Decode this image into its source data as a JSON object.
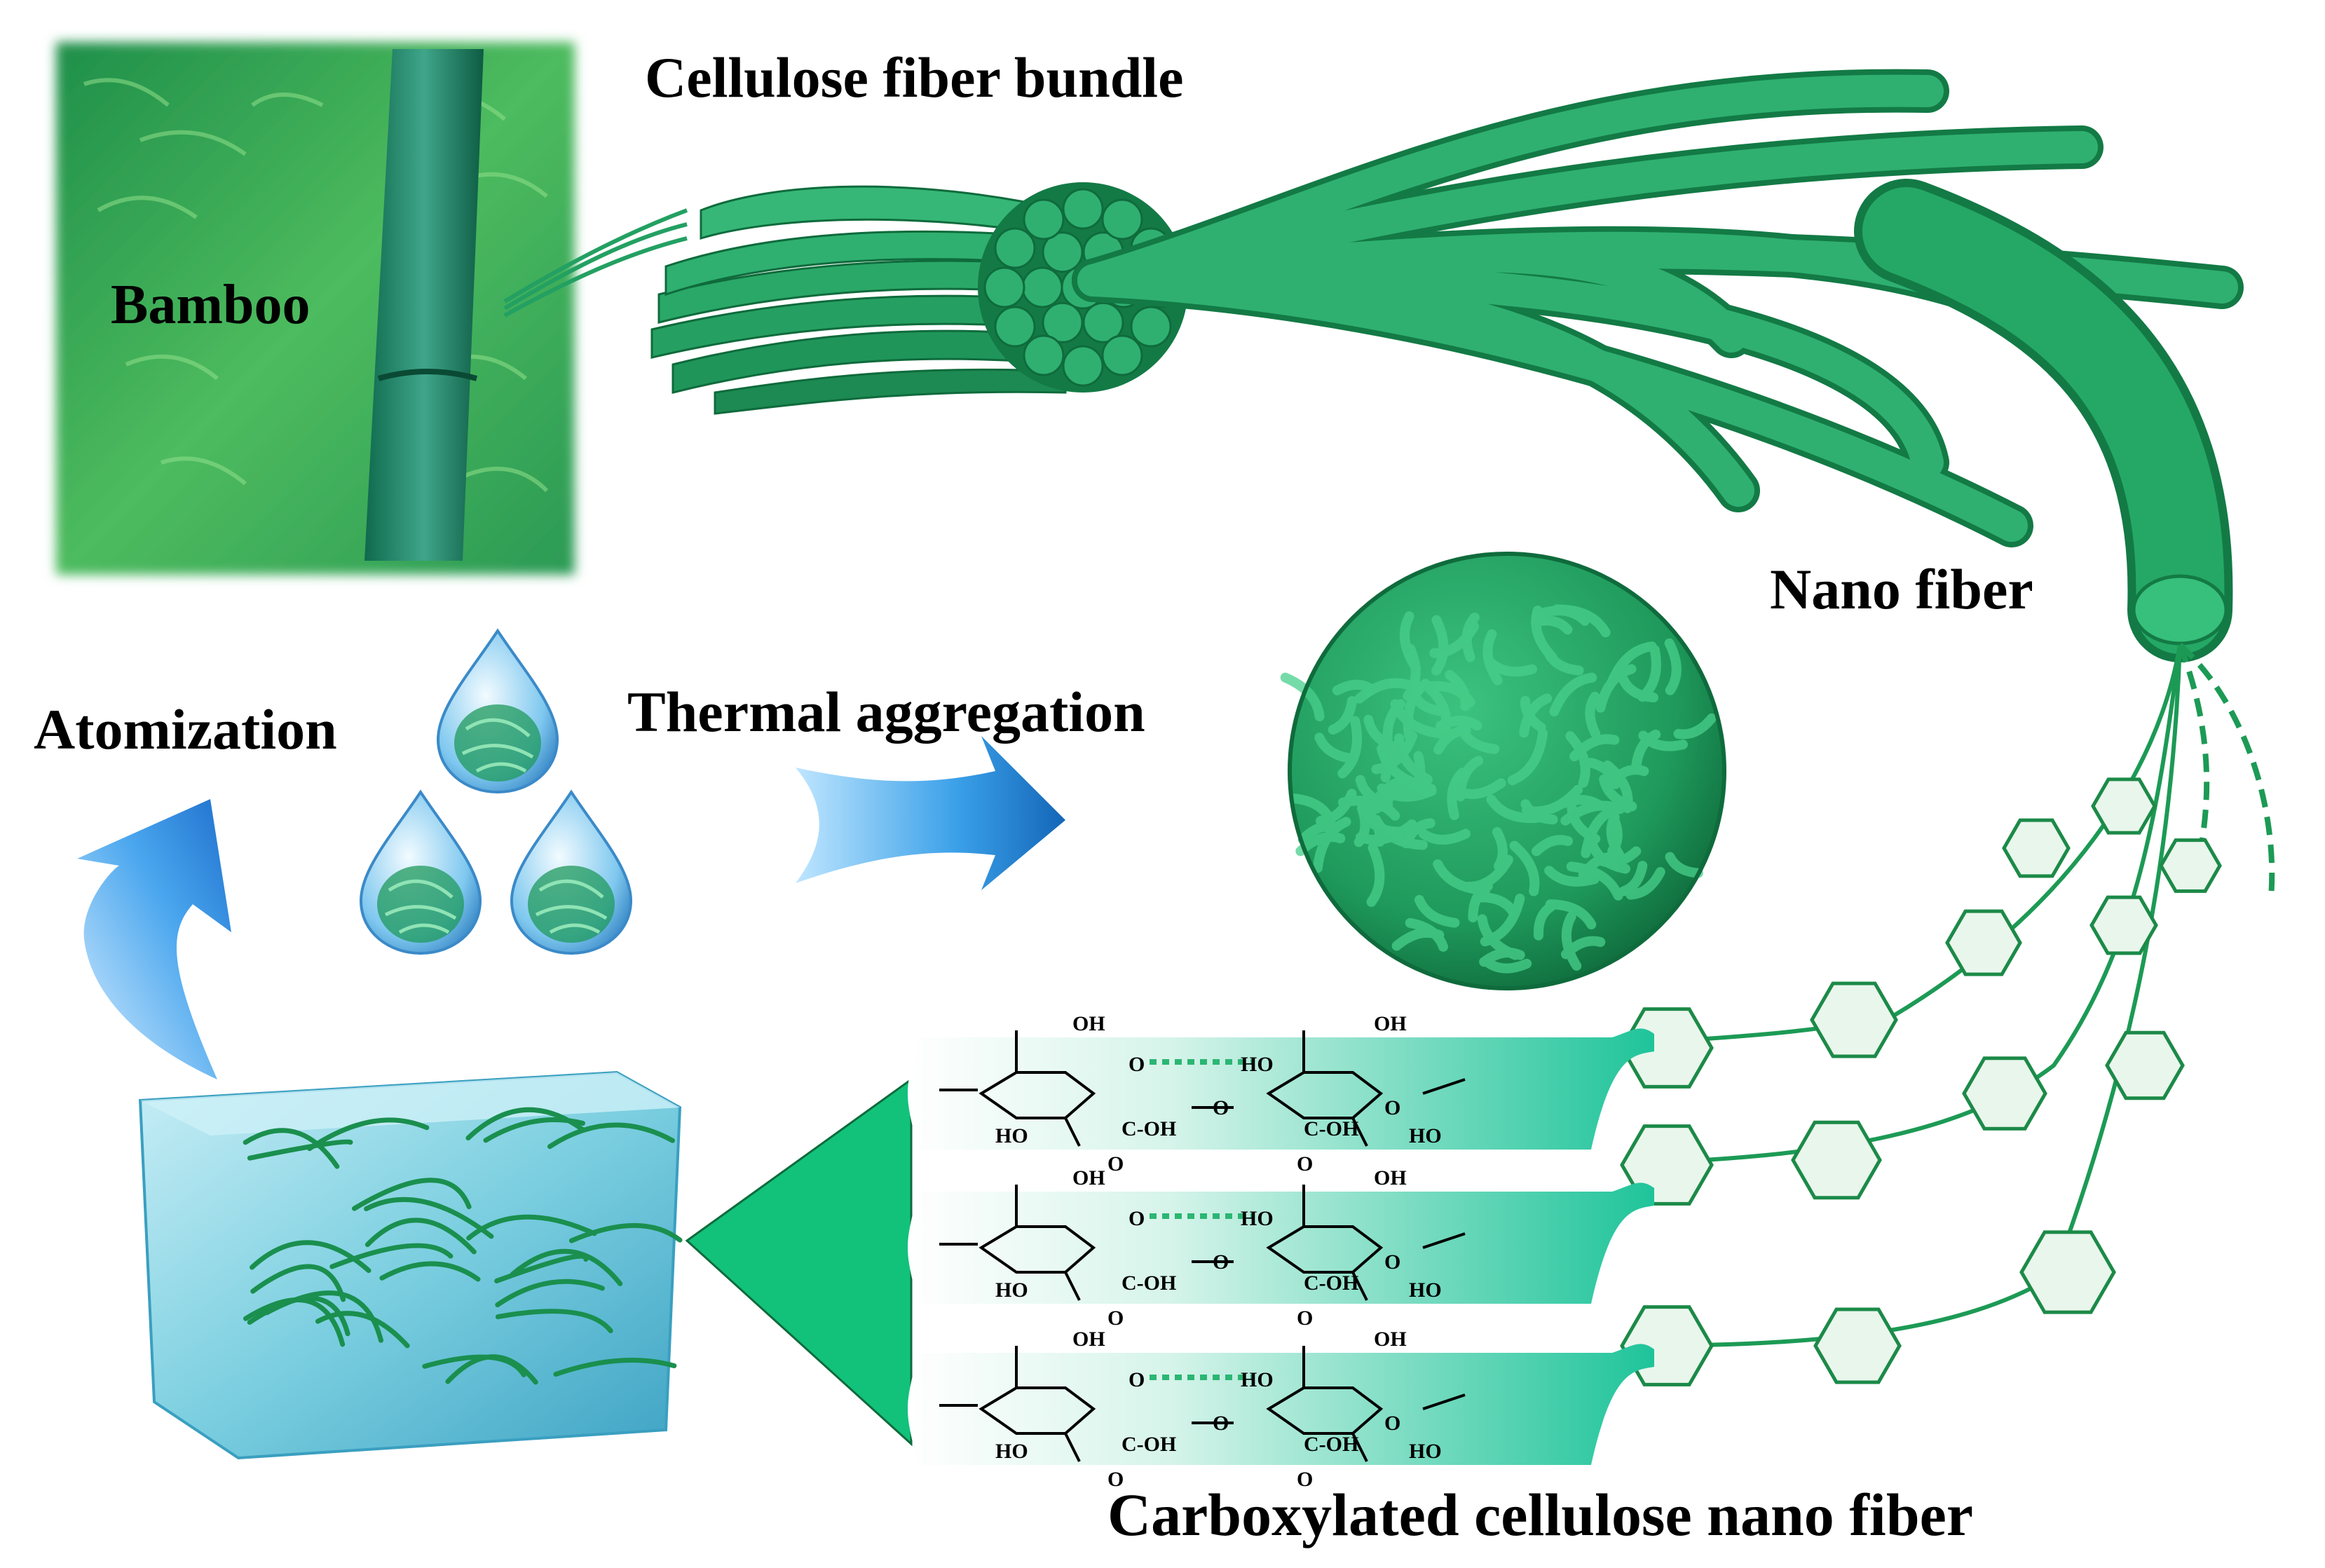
{
  "labels": {
    "cellulose_fiber_bundle": "Cellulose fiber bundle",
    "bamboo": "Bamboo",
    "nano_fiber": "Nano fiber",
    "atomization": "Atomization",
    "thermal_aggregation": "Thermal aggregation",
    "carboxylated_cellulose_nano_fiber": "Carboxylated cellulose nano fiber"
  },
  "chem_labels": {
    "oh": "OH",
    "ho": "HO",
    "cooh": "C-OH",
    "carbonyl_o": "O",
    "ring_o": "O"
  },
  "colors": {
    "fiber_green": "#1f9a5c",
    "fiber_light": "#3cc27f",
    "fiber_dark": "#0f6b3c",
    "teal_band": "#27c7a3",
    "arrow_blue": "#1b86d6",
    "gel_blue": "#7ccfe0",
    "hexagon_fill": "#e9f6ec",
    "hexagon_stroke": "#1c8a48"
  },
  "icons": [
    "water-droplet-icon",
    "curved-arrow-icon",
    "right-arrow-icon",
    "hexagon-unit-icon"
  ]
}
